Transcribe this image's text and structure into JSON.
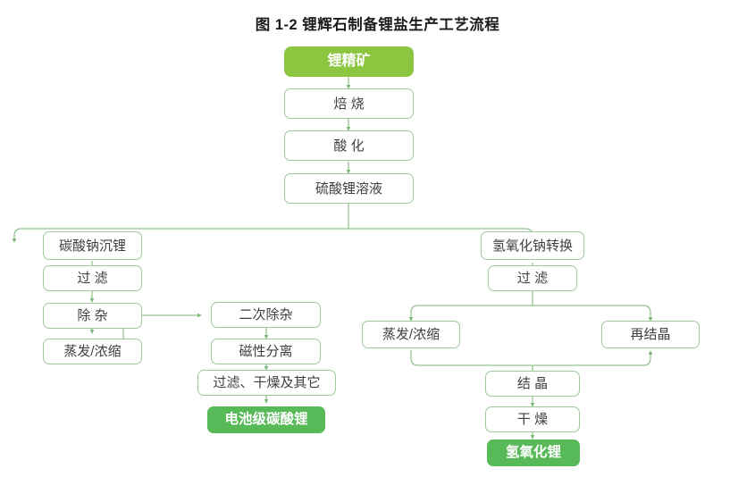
{
  "figure": {
    "title": "图 1-2 锂辉石制备锂盐生产工艺流程",
    "accent_lime": "#8cc540",
    "accent_green": "#57b957",
    "line_color": "#93c28f",
    "box_border": "#9ec79a",
    "text_color": "#3f3f3f"
  },
  "nodes": {
    "lithium_concentrate": {
      "label": "锂精矿",
      "style": "fill-lime"
    },
    "roasting": {
      "label": "焙  烧",
      "style": "plain"
    },
    "acidification": {
      "label": "酸  化",
      "style": "plain"
    },
    "lithium_sulfate_solution": {
      "label": "硫酸锂溶液",
      "style": "plain"
    },
    "sodium_carbonate_precipitation": {
      "label": "碳酸钠沉锂",
      "style": "plain"
    },
    "filtration_left": {
      "label": "过  滤",
      "style": "plain"
    },
    "impurity_removal": {
      "label": "除  杂",
      "style": "plain"
    },
    "evaporation_concentration_left": {
      "label": "蒸发/浓缩",
      "style": "plain"
    },
    "secondary_impurity_removal": {
      "label": "二次除杂",
      "style": "plain"
    },
    "magnetic_separation": {
      "label": "磁性分离",
      "style": "plain"
    },
    "filter_dry_other": {
      "label": "过滤、干燥及其它",
      "style": "plain"
    },
    "battery_grade_lithium_carbonate": {
      "label": "电池级碳酸锂",
      "style": "fill-green"
    },
    "sodium_hydroxide_conversion": {
      "label": "氢氧化钠转换",
      "style": "plain"
    },
    "filtration_right": {
      "label": "过  滤",
      "style": "plain"
    },
    "evaporation_concentration_right": {
      "label": "蒸发/浓缩",
      "style": "plain"
    },
    "recrystallization": {
      "label": "再结晶",
      "style": "plain"
    },
    "crystallization": {
      "label": "结  晶",
      "style": "plain"
    },
    "drying": {
      "label": "干  燥",
      "style": "plain"
    },
    "lithium_hydroxide": {
      "label": "氢氧化锂",
      "style": "fill-green"
    }
  },
  "chart_data": {
    "type": "diagram",
    "title": "图 1-2 锂辉石制备锂盐生产工艺流程",
    "diagram_kind": "process-flowchart",
    "steps": [
      "锂精矿",
      "焙  烧",
      "酸  化",
      "硫酸锂溶液",
      "碳酸钠沉锂",
      "过  滤",
      "除  杂",
      "蒸发/浓缩",
      "二次除杂",
      "磁性分离",
      "过滤、干燥及其它",
      "电池级碳酸锂",
      "氢氧化钠转换",
      "过  滤",
      "蒸发/浓缩",
      "再结晶",
      "结  晶",
      "干  燥",
      "氢氧化锂"
    ],
    "edges": [
      [
        "锂精矿",
        "焙  烧"
      ],
      [
        "焙  烧",
        "酸  化"
      ],
      [
        "酸  化",
        "硫酸锂溶液"
      ],
      [
        "硫酸锂溶液",
        "碳酸钠沉锂"
      ],
      [
        "硫酸锂溶液",
        "氢氧化钠转换"
      ],
      [
        "碳酸钠沉锂",
        "过  滤"
      ],
      [
        "过  滤",
        "除  杂"
      ],
      [
        "除  杂",
        "蒸发/浓缩"
      ],
      [
        "蒸发/浓缩",
        "二次除杂"
      ],
      [
        "二次除杂",
        "磁性分离"
      ],
      [
        "磁性分离",
        "过滤、干燥及其它"
      ],
      [
        "过滤、干燥及其它",
        "电池级碳酸锂"
      ],
      [
        "氢氧化钠转换",
        "过  滤"
      ],
      [
        "过  滤",
        "蒸发/浓缩"
      ],
      [
        "过  滤",
        "再结晶"
      ],
      [
        "蒸发/浓缩",
        "再结晶"
      ],
      [
        "蒸发/浓缩",
        "结  晶"
      ],
      [
        "结  晶",
        "干  燥"
      ],
      [
        "干  燥",
        "氢氧化锂"
      ]
    ],
    "terminal_products": [
      "电池级碳酸锂",
      "氢氧化锂"
    ],
    "raw_material": "锂精矿"
  }
}
